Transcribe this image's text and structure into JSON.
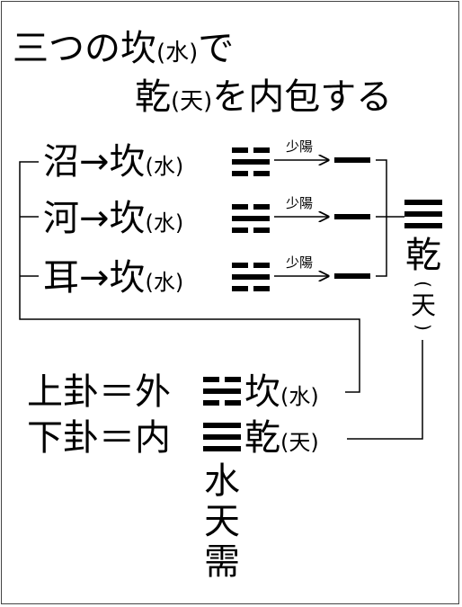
{
  "title": {
    "line1_main": "三つの坎",
    "line1_paren": "(水)",
    "line1_end": "で",
    "line2_main": "乾",
    "line2_paren": "(天)",
    "line2_end": "を内包する"
  },
  "rows": [
    {
      "source": "沼",
      "arrow": "→",
      "target": "坎",
      "paren": "(水)",
      "change_label": "少陽"
    },
    {
      "source": "河",
      "arrow": "→",
      "target": "坎",
      "paren": "(水)",
      "change_label": "少陽"
    },
    {
      "source": "耳",
      "arrow": "→",
      "target": "坎",
      "paren": "(水)",
      "change_label": "少陽"
    }
  ],
  "result": {
    "name": "乾",
    "paren_open": "(",
    "paren_text": "天",
    "paren_close": ")"
  },
  "upper": {
    "label": "上卦＝外",
    "name": "坎",
    "paren": "(水)"
  },
  "lower": {
    "label": "下卦＝内",
    "name": "乾",
    "paren": "(天)"
  },
  "hexagram_name": [
    "水",
    "天",
    "需"
  ]
}
